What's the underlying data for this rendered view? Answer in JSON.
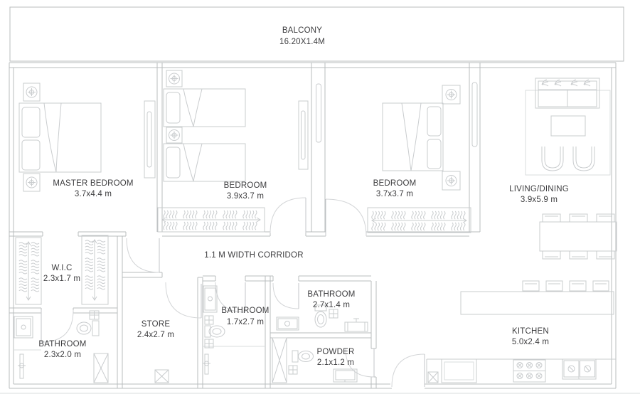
{
  "meta": {
    "type": "apartment-floor-plan",
    "background_color": "#ffffff",
    "wall_line_color": "#b9bcbe",
    "furniture_line_color": "#c9ccce",
    "label_color": "#3d3d3f"
  },
  "balcony": {
    "name": "BALCONY",
    "dims": "16.20X1.4M"
  },
  "rooms": [
    {
      "id": "master-bedroom",
      "name": "MASTER BEDROOM",
      "dims": "3.7x4.4 m"
    },
    {
      "id": "bedroom-2",
      "name": "BEDROOM",
      "dims": "3.9x3.7 m"
    },
    {
      "id": "bedroom-3",
      "name": "BEDROOM",
      "dims": "3.7x3.7 m"
    },
    {
      "id": "living-dining",
      "name": "LIVING/DINING",
      "dims": "3.9x5.9 m"
    },
    {
      "id": "wic",
      "name": "W.I.C",
      "dims": "2.3x1.7 m"
    },
    {
      "id": "corridor",
      "name": "1.1 M WIDTH CORRIDOR",
      "dims": ""
    },
    {
      "id": "master-bathroom",
      "name": "BATHROOM",
      "dims": "2.3x2.0 m"
    },
    {
      "id": "store",
      "name": "STORE",
      "dims": "2.4x2.7 m"
    },
    {
      "id": "bathroom-middle",
      "name": "BATHROOM",
      "dims": "1.7x2.7 m"
    },
    {
      "id": "bathroom-right",
      "name": "BATHROOM",
      "dims": "2.7x1.4 m"
    },
    {
      "id": "powder",
      "name": "POWDER",
      "dims": "2.1x1.2 m"
    },
    {
      "id": "kitchen",
      "name": "KITCHEN",
      "dims": "5.0x2.4 m"
    }
  ]
}
